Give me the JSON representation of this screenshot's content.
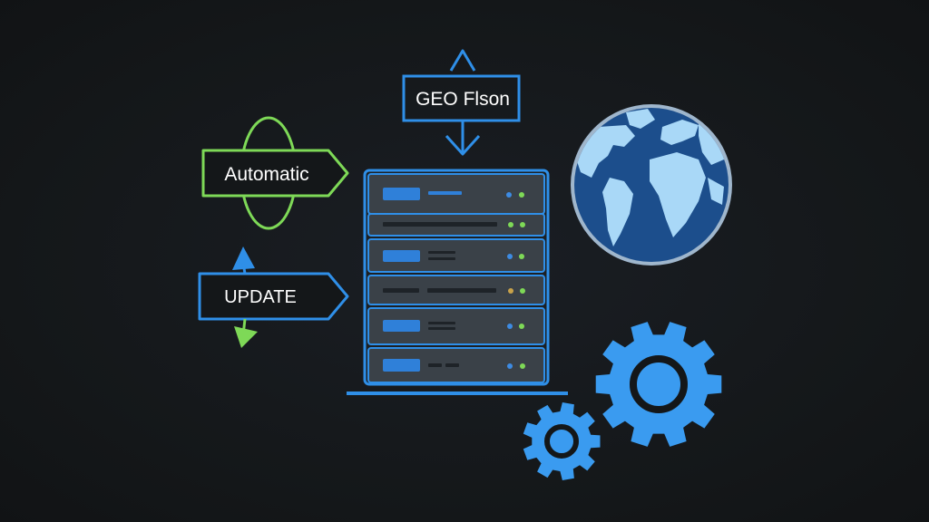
{
  "labels": {
    "geo": "GEO Flson",
    "automatic": "Automatic",
    "update": "UPDATE"
  },
  "colors": {
    "background": "#141719",
    "blue": "#2f8fe8",
    "green": "#7ed957",
    "rack_fill": "#3a4148",
    "slot_fill": "#2f80d9",
    "led_green": "#7ed957",
    "led_blue": "#3d8be3",
    "led_amber": "#c8a24a",
    "globe_ocean": "#1c4e8c",
    "globe_land": "#a9d8f7",
    "gear": "#3a9bf0"
  },
  "icons": {
    "globe": "globe-icon",
    "gear_large": "gear-large-icon",
    "gear_small": "gear-small-icon",
    "server": "server-rack-icon"
  },
  "rack_units": [
    {
      "name": "server-unit-1",
      "leds": [
        "led_blue",
        "led_green"
      ]
    },
    {
      "name": "server-unit-2",
      "leds": [
        "led_green",
        "led_green"
      ]
    },
    {
      "name": "server-unit-3",
      "leds": [
        "led_blue",
        "led_green"
      ]
    },
    {
      "name": "server-unit-4",
      "leds": [
        "led_amber",
        "led_green"
      ]
    },
    {
      "name": "server-unit-5",
      "leds": [
        "led_blue",
        "led_green"
      ]
    },
    {
      "name": "server-unit-6",
      "leds": [
        "led_blue",
        "led_green"
      ]
    }
  ]
}
